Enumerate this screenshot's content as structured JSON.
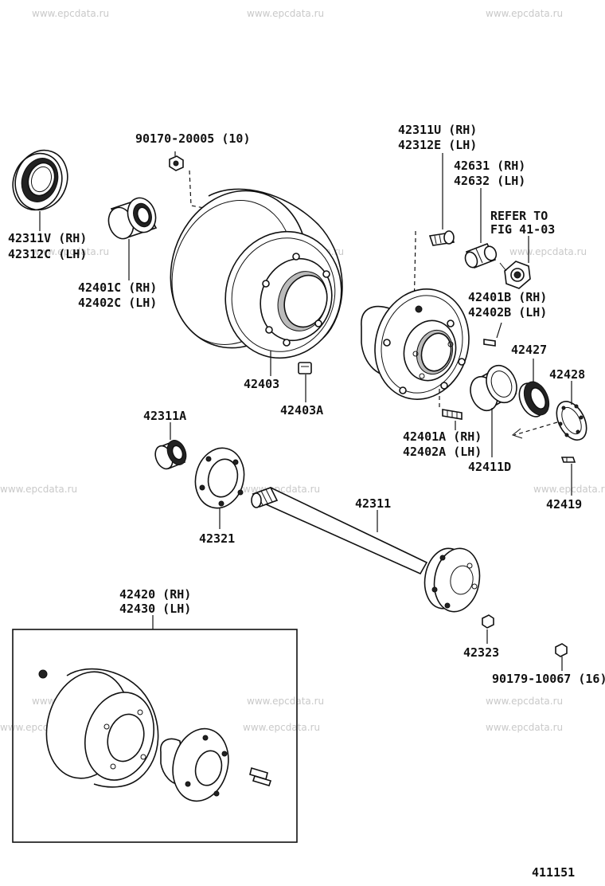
{
  "watermark": "www.epcdata.ru",
  "figure_number": "411151",
  "callouts": {
    "c_90170": "90170-20005 (10)",
    "c_42311V": "42311V (RH)",
    "c_42312C": "42312C (LH)",
    "c_42401C": "42401C (RH)",
    "c_42402C": "42402C (LH)",
    "c_42403": "42403",
    "c_42403A": "42403A",
    "c_42311U": "42311U (RH)",
    "c_42312E": "42312E (LH)",
    "c_42631": "42631 (RH)",
    "c_42632": "42632 (LH)",
    "c_refer1": "REFER TO",
    "c_refer2": "FIG 41-03",
    "c_42401B": "42401B (RH)",
    "c_42402B": "42402B (LH)",
    "c_42427": "42427",
    "c_42428": "42428",
    "c_42311A": "42311A",
    "c_42401A": "42401A (RH)",
    "c_42402A": "42402A (LH)",
    "c_42411D": "42411D",
    "c_42419": "42419",
    "c_42311": "42311",
    "c_42321": "42321",
    "c_42420": "42420 (RH)",
    "c_42430": "42430 (LH)",
    "c_42323": "42323",
    "c_90179": "90179-10067 (16)"
  }
}
